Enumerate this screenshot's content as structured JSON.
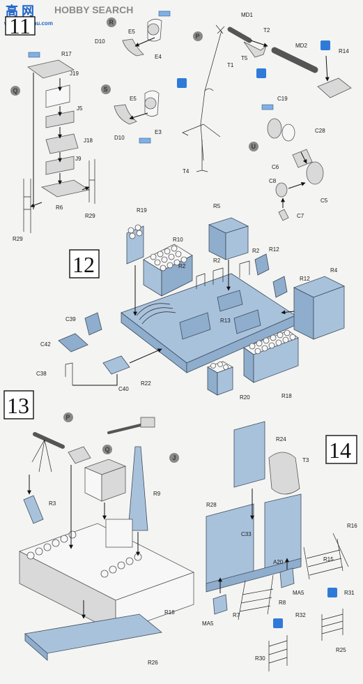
{
  "watermark": {
    "text_cn": "高 网",
    "text_en": "HOBBY SEARCH",
    "url": "www.gge.shu.com"
  },
  "steps": [
    {
      "number": "11",
      "sub_assemblies": [
        "Q",
        "R",
        "S",
        "P",
        "U"
      ]
    },
    {
      "number": "12",
      "sub_assemblies": []
    },
    {
      "number": "13",
      "sub_assemblies": [
        "P",
        "Q",
        "J"
      ]
    },
    {
      "number": "14",
      "sub_assemblies": []
    }
  ],
  "parts": {
    "step11": [
      "R17",
      "J19",
      "J5",
      "J18",
      "J9",
      "R6",
      "R29",
      "R29",
      "D10",
      "E5",
      "E4",
      "E5",
      "D10",
      "E3",
      "MD1",
      "T2",
      "T5",
      "T1",
      "T4",
      "MD2",
      "R14",
      "C19",
      "C28",
      "C6",
      "C8",
      "C5",
      "C7"
    ],
    "step12": [
      "R19",
      "R10",
      "R5",
      "R2",
      "R2",
      "R2",
      "R12",
      "R12",
      "R4",
      "R13",
      "C39",
      "C42",
      "C38",
      "C40",
      "R22",
      "R20",
      "R18"
    ],
    "step13": [
      "R3",
      "R9",
      "R18",
      "R26"
    ],
    "step14": [
      "R24",
      "T3",
      "R28",
      "C33",
      "A20",
      "MA5",
      "MA5",
      "R8",
      "R7",
      "R15",
      "R16",
      "R31",
      "R32",
      "R30",
      "R25"
    ]
  },
  "icons": [
    "paint-chip-icon",
    "cement-icon",
    "option-choice-icon"
  ]
}
